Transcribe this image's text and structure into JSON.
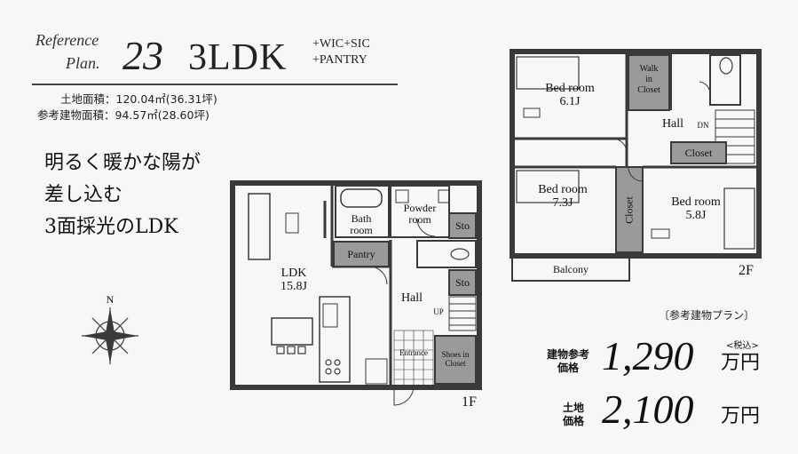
{
  "header": {
    "reference_word": "Reference",
    "plan_word": "Plan.",
    "plan_number": "23",
    "layout_type": "3LDK",
    "extras_line1": "+WIC+SIC",
    "extras_line2": "+PANTRY"
  },
  "areas": {
    "land_label": "土地面積：",
    "land_value": "120.04㎡(36.31坪)",
    "building_label": "参考建物面積：",
    "building_value": "94.57㎡(28.60坪)"
  },
  "catchcopy": {
    "line1": "明るく暖かな陽が",
    "line2": "差し込む",
    "line3": "3面採光のLDK"
  },
  "floor1": {
    "label": "1F",
    "ldk": "LDK",
    "ldk_size": "15.8J",
    "bath_line1": "Bath",
    "bath_line2": "room",
    "powder_line1": "Powder",
    "powder_line2": "room",
    "sto_upper": "Sto",
    "sto_lower": "Sto",
    "pantry": "Pantry",
    "hall": "Hall",
    "up": "UP",
    "entrance": "Entrance",
    "shoes_line1": "Shoes in",
    "shoes_line2": "Closet"
  },
  "floor2": {
    "label": "2F",
    "bedroom_a": "Bed room",
    "bedroom_a_size": "6.1J",
    "bedroom_b": "Bed room",
    "bedroom_b_size": "7.3J",
    "bedroom_c": "Bed room",
    "bedroom_c_size": "5.8J",
    "walk_line1": "Walk",
    "walk_line2": "in",
    "walk_line3": "Closet",
    "hall": "Hall",
    "dn": "DN",
    "closet_upper": "Closet",
    "closet_vertical": "Closet",
    "balcony": "Balcony"
  },
  "compass": {
    "north": "N",
    "icon": "compass-rose-icon"
  },
  "pricing": {
    "caption": "〔参考建物プラン〕",
    "building_label_line1": "建物参考",
    "building_label_line2": "価格",
    "building_price": "1,290",
    "building_unit": "万円",
    "tax_note": "<税込>",
    "land_label_line1": "土地",
    "land_label_line2": "価格",
    "land_price": "2,100",
    "land_unit": "万円"
  },
  "colors": {
    "background": "#f7f7f7",
    "wall": "#3a3a3a",
    "storage_fill": "#9a9a9a",
    "text": "#1a1a1a"
  }
}
